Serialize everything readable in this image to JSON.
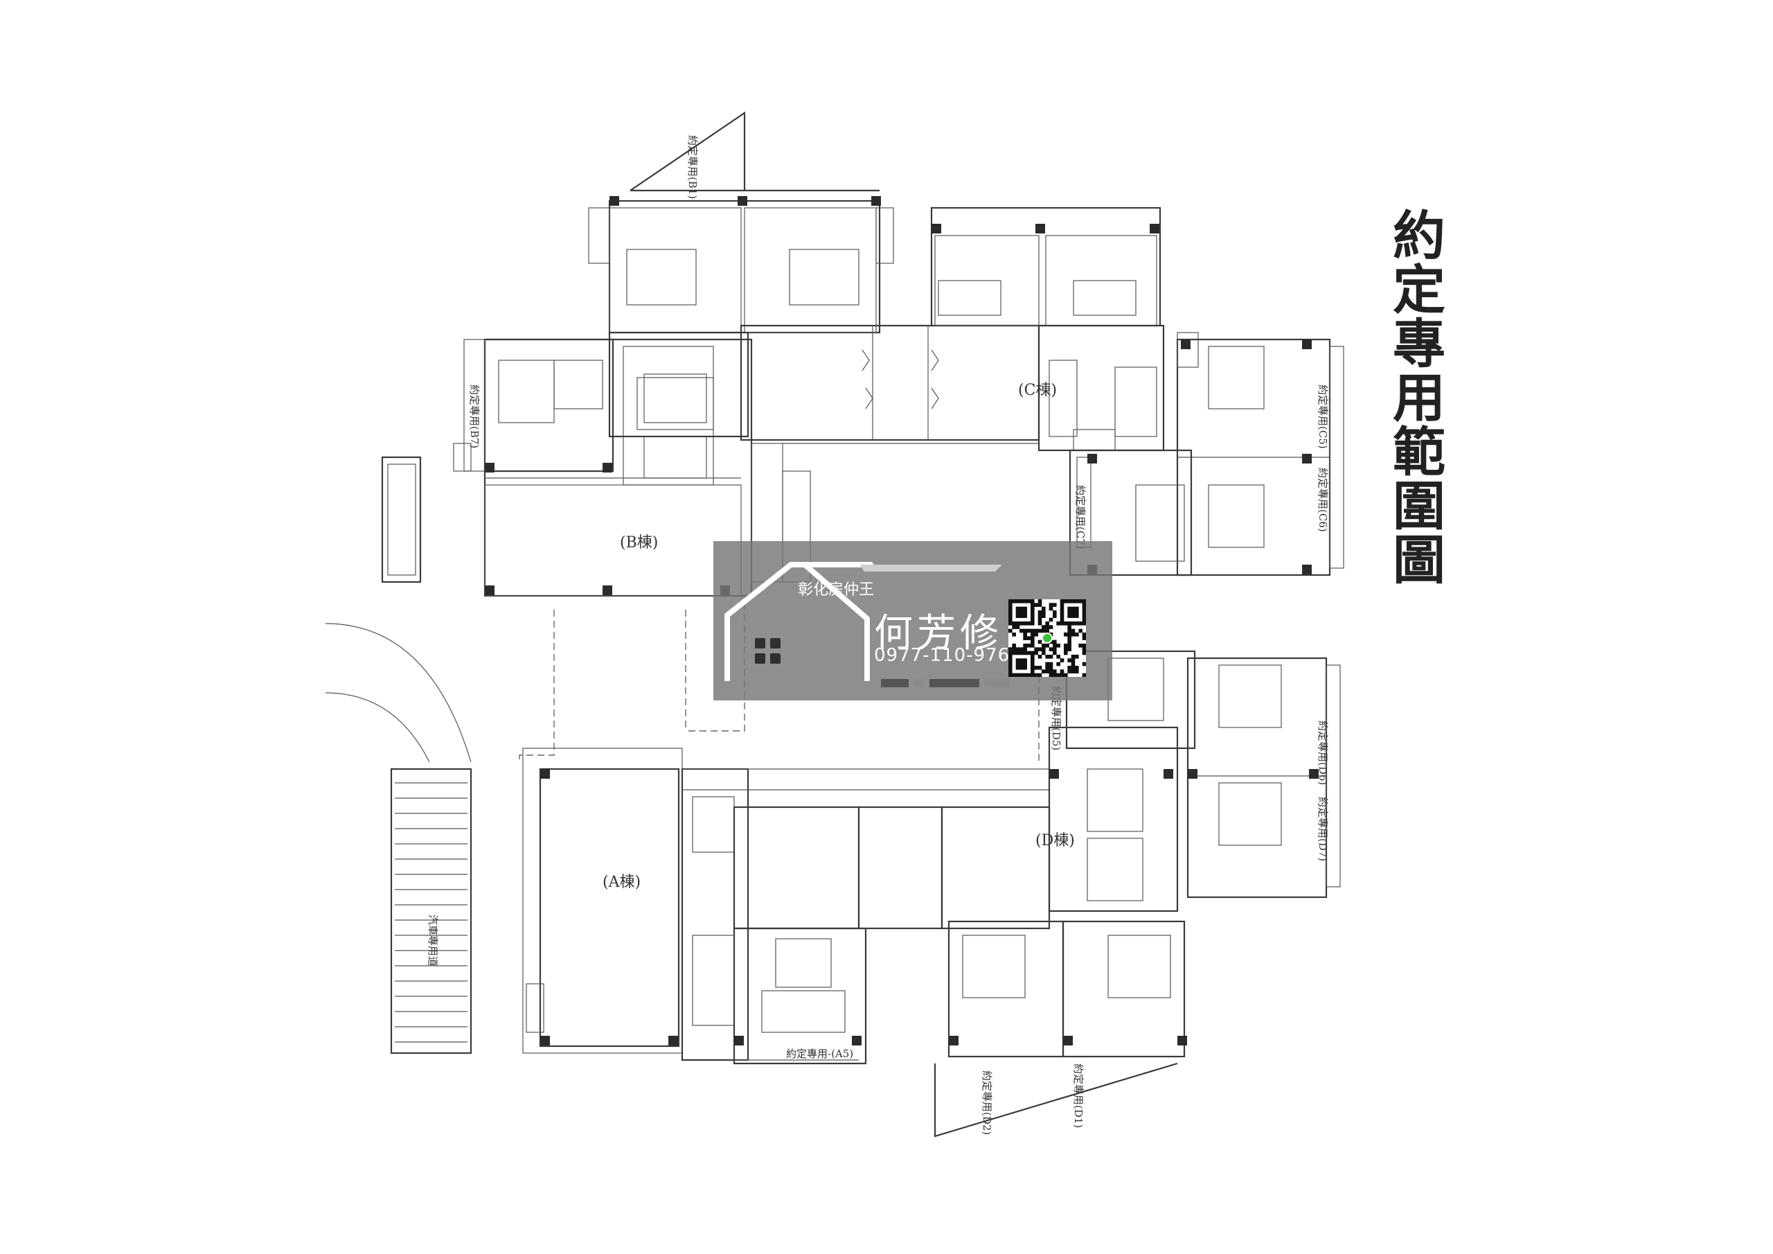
{
  "title": "約定專用範圍圖",
  "watermark": {
    "brand": "彰化房仲王",
    "name": "何芳修",
    "phone": "0977-110-976"
  },
  "labels": {
    "building_a": "(A棟)",
    "building_b": "(B棟)",
    "building_c": "(C棟)",
    "building_d": "(D棟)",
    "ramp": "汽車專用道",
    "a5": "約定專用-(A5)",
    "b1": "約定專用(B1)",
    "b7": "約定專用(B7)",
    "c5": "約定專用(C5)",
    "c6": "約定專用(C6)",
    "c7": "約定專用(C7)",
    "d1": "約定專用(D1)",
    "d2": "約定專用(D2)",
    "d5": "約定專用(D5)",
    "d6": "約定專用(D6)",
    "d7": "約定專用(D7)"
  },
  "colors": {
    "line": "#3a3a3a",
    "watermark": "#767676",
    "text": "#222222"
  }
}
